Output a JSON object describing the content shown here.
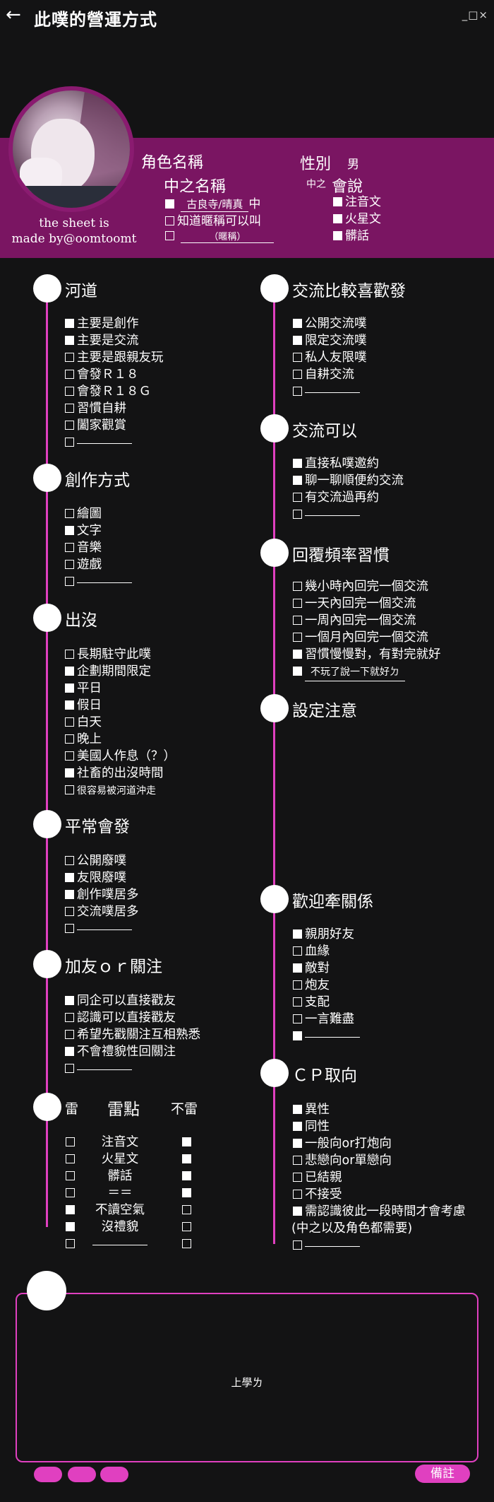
{
  "header": {
    "back_icon": "back-arrow-icon",
    "title": "此噗的營運方式",
    "window_controls": "_□×"
  },
  "profile": {
    "credit_line1": "the sheet is",
    "credit_line2": "made by@oomtoomt",
    "role_name_label": "角色名稱",
    "gender_label": "性別",
    "gender_value": "男",
    "zhong_name_label": "中之名稱",
    "zhong_name_value": "古良寺/晴真",
    "zhong_suffix": "中",
    "nickname_label": "知道暱稱可以叫",
    "nickname_hint": "（暱稱）",
    "zhong_speak_prefix": "中之",
    "zhong_speak_label": "會說",
    "languages": [
      {
        "label": "注音文",
        "checked": true
      },
      {
        "label": "火星文",
        "checked": true
      },
      {
        "label": "髒話",
        "checked": true
      }
    ]
  },
  "left_sections": {
    "hedao": {
      "title": "河道",
      "items": [
        {
          "label": "主要是創作",
          "checked": true
        },
        {
          "label": "主要是交流",
          "checked": true
        },
        {
          "label": "主要是跟親友玩",
          "checked": false
        },
        {
          "label": "會發Ｒ１８",
          "checked": false
        },
        {
          "label": "會發Ｒ１８Ｇ",
          "checked": false
        },
        {
          "label": "習慣自耕",
          "checked": false
        },
        {
          "label": "闔家觀賞",
          "checked": false
        },
        {
          "label": "",
          "checked": false
        }
      ]
    },
    "create": {
      "title": "創作方式",
      "items": [
        {
          "label": "繪圖",
          "checked": false
        },
        {
          "label": "文字",
          "checked": true
        },
        {
          "label": "音樂",
          "checked": false
        },
        {
          "label": "遊戲",
          "checked": false
        },
        {
          "label": "",
          "checked": false
        }
      ]
    },
    "appear": {
      "title": "出沒",
      "items": [
        {
          "label": "長期駐守此噗",
          "checked": false
        },
        {
          "label": "企劃期間限定",
          "checked": true
        },
        {
          "label": "平日",
          "checked": true
        },
        {
          "label": "假日",
          "checked": true
        },
        {
          "label": "白天",
          "checked": false
        },
        {
          "label": "晚上",
          "checked": false
        },
        {
          "label": "美國人作息（？）",
          "checked": false
        },
        {
          "label": "社畜的出沒時間",
          "checked": true
        }
      ],
      "last_note": "很容易被河道沖走"
    },
    "usual": {
      "title": "平常會發",
      "items": [
        {
          "label": "公開廢噗",
          "checked": false
        },
        {
          "label": "友限廢噗",
          "checked": true
        },
        {
          "label": "創作噗居多",
          "checked": true
        },
        {
          "label": "交流噗居多",
          "checked": false
        },
        {
          "label": "",
          "checked": false
        }
      ]
    },
    "follow": {
      "title": "加友ｏｒ關注",
      "items": [
        {
          "label": "同企可以直接戳友",
          "checked": true
        },
        {
          "label": "認識可以直接戳友",
          "checked": false
        },
        {
          "label": "希望先戳關注互相熟悉",
          "checked": false
        },
        {
          "label": "不會禮貌性回關注",
          "checked": true
        },
        {
          "label": "",
          "checked": false
        }
      ]
    },
    "thunder": {
      "head_left": "雷",
      "head_mid": "雷點",
      "head_right": "不雷",
      "rows": [
        {
          "label": "注音文",
          "thunder": false,
          "ok": true
        },
        {
          "label": "火星文",
          "thunder": false,
          "ok": true
        },
        {
          "label": "髒話",
          "thunder": false,
          "ok": true
        },
        {
          "label": "＝＝",
          "thunder": false,
          "ok": true
        },
        {
          "label": "不讀空氣",
          "thunder": true,
          "ok": false
        },
        {
          "label": "沒禮貌",
          "thunder": true,
          "ok": false
        },
        {
          "label": "",
          "thunder": false,
          "ok": false
        }
      ]
    }
  },
  "right_sections": {
    "prefer": {
      "title": "交流比較喜歡發",
      "items": [
        {
          "label": "公開交流噗",
          "checked": true
        },
        {
          "label": "限定交流噗",
          "checked": true
        },
        {
          "label": "私人友限噗",
          "checked": false
        },
        {
          "label": "自耕交流",
          "checked": false
        },
        {
          "label": "",
          "checked": false
        }
      ]
    },
    "canexchange": {
      "title": "交流可以",
      "items": [
        {
          "label": "直接私噗邀約",
          "checked": true
        },
        {
          "label": "聊一聊順便約交流",
          "checked": true
        },
        {
          "label": "有交流過再約",
          "checked": false
        },
        {
          "label": "",
          "checked": false
        }
      ]
    },
    "reply": {
      "title": "回覆頻率習慣",
      "items": [
        {
          "label": "幾小時內回完一個交流",
          "checked": false
        },
        {
          "label": "一天內回完一個交流",
          "checked": false
        },
        {
          "label": "一周內回完一個交流",
          "checked": false
        },
        {
          "label": "一個月內回完一個交流",
          "checked": false
        },
        {
          "label": "習慣慢慢對，有對完就好",
          "checked": true
        }
      ],
      "last_note": "不玩了說一下就好ㄉ"
    },
    "notice": {
      "title": "設定注意"
    },
    "relation": {
      "title": "歡迎牽關係",
      "items": [
        {
          "label": "親朋好友",
          "checked": true
        },
        {
          "label": "血緣",
          "checked": false
        },
        {
          "label": "敵對",
          "checked": true
        },
        {
          "label": "炮友",
          "checked": false
        },
        {
          "label": "支配",
          "checked": false
        },
        {
          "label": "一言難盡",
          "checked": false
        },
        {
          "label": "",
          "checked": true
        }
      ]
    },
    "cp": {
      "title": "ＣＰ取向",
      "items": [
        {
          "label": "異性",
          "checked": true
        },
        {
          "label": "同性",
          "checked": true
        },
        {
          "label": "一般向or打炮向",
          "checked": true
        },
        {
          "label": "悲戀向or單戀向",
          "checked": false
        },
        {
          "label": "已結親",
          "checked": false
        },
        {
          "label": "不接受",
          "checked": false
        },
        {
          "label": "需認識彼此一段時間才會考慮",
          "checked": true
        }
      ],
      "extra_line": "(中之以及角色都需要)",
      "blank": ""
    }
  },
  "notes": {
    "text": "上學ㄌ",
    "remark_button": "備註"
  },
  "colors": {
    "background": "#131314",
    "band": "#7a1562",
    "accent": "#e040c0"
  }
}
